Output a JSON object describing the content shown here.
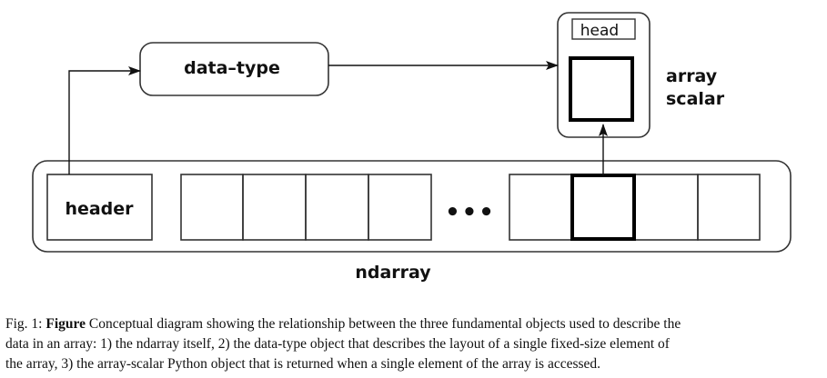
{
  "diagram": {
    "datatype_label": "data–type",
    "head_label": "head",
    "scalar_label_line1": "array",
    "scalar_label_line2": "scalar",
    "header_label": "header",
    "ellipsis": "•••",
    "ndarray_label": "ndarray"
  },
  "caption": {
    "prefix": "Fig. 1: ",
    "bold": "Figure",
    "line1": " Conceptual diagram showing the relationship between the three fundamental objects used to describe the",
    "line2": "data in an array: 1) the ndarray itself, 2) the data-type object that describes the layout of a single fixed-size element of",
    "line3": "the array, 3) the array-scalar Python object that is returned when a single element of the array is accessed."
  }
}
